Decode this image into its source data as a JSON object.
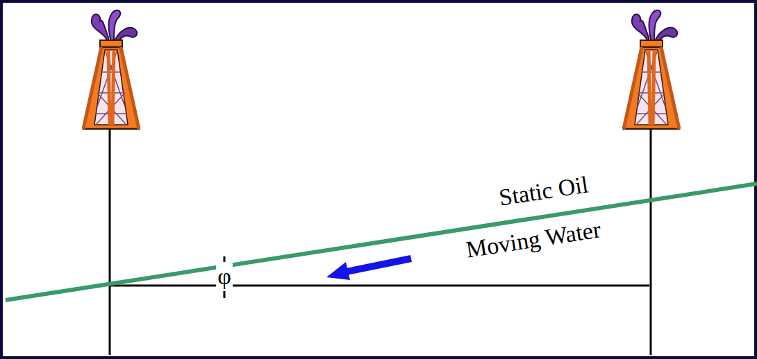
{
  "diagram": {
    "labels": [
      "Static Oil",
      "Moving Water",
      "φ"
    ]
  }
}
